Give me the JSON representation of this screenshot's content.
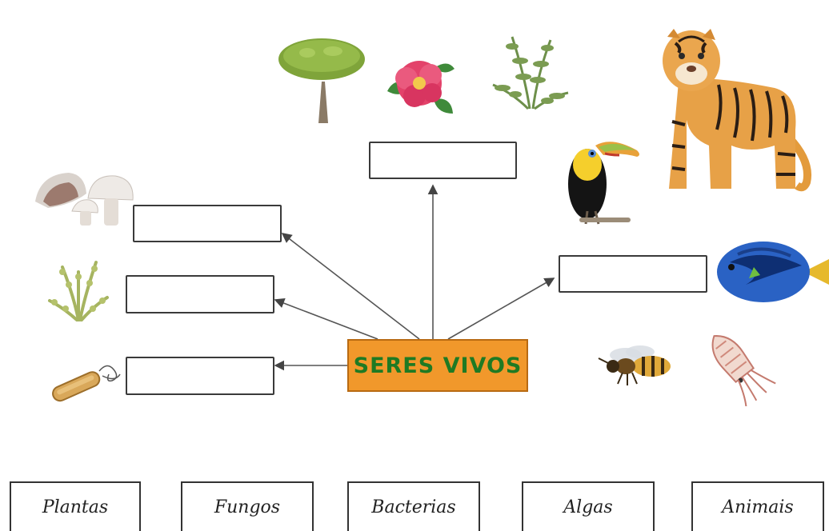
{
  "diagram": {
    "center_label": "SERES VIVOS",
    "answer_blanks": [
      {
        "id": "top",
        "value": ""
      },
      {
        "id": "left-upper",
        "value": ""
      },
      {
        "id": "left-middle",
        "value": ""
      },
      {
        "id": "left-lower",
        "value": ""
      },
      {
        "id": "right",
        "value": ""
      }
    ]
  },
  "illustrations": {
    "plants": [
      "tree-icon",
      "flower-icon",
      "fern-icon"
    ],
    "fungi": [
      "mushrooms-icon"
    ],
    "algae": [
      "seaweed-icon"
    ],
    "bacteria": [
      "bacterium-icon"
    ],
    "animals": [
      "toucan-icon",
      "tiger-icon",
      "fish-icon",
      "bee-icon",
      "squid-icon"
    ]
  },
  "word_bank": {
    "words": [
      "Plantas",
      "Fungos",
      "Bacterias",
      "Algas",
      "Animais"
    ]
  },
  "colors": {
    "center_fill": "#f1982b",
    "center_text": "#1f7a23"
  }
}
